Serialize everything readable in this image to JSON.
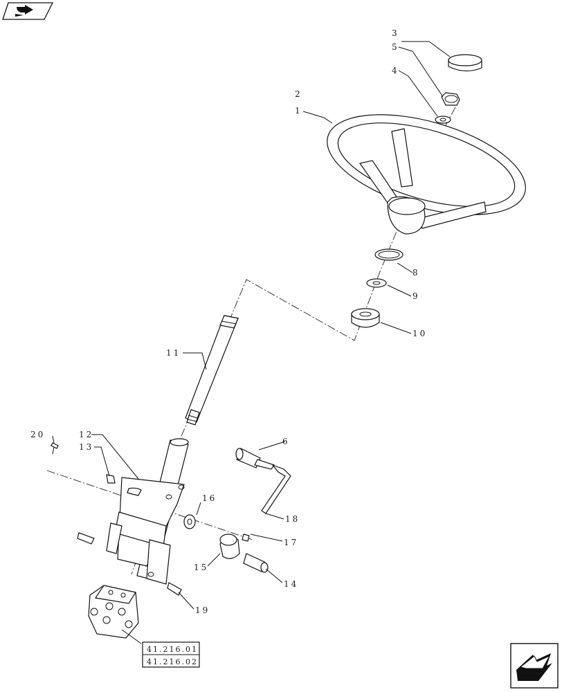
{
  "callouts": [
    {
      "id": "1",
      "label": "1"
    },
    {
      "id": "2",
      "label": "2"
    },
    {
      "id": "3",
      "label": "3"
    },
    {
      "id": "4",
      "label": "4"
    },
    {
      "id": "5",
      "label": "5"
    },
    {
      "id": "6",
      "label": "6"
    },
    {
      "id": "8",
      "label": "8"
    },
    {
      "id": "9",
      "label": "9"
    },
    {
      "id": "10",
      "label": "10"
    },
    {
      "id": "11",
      "label": "11"
    },
    {
      "id": "12",
      "label": "12"
    },
    {
      "id": "13",
      "label": "13"
    },
    {
      "id": "14",
      "label": "14"
    },
    {
      "id": "15",
      "label": "15"
    },
    {
      "id": "16",
      "label": "16"
    },
    {
      "id": "17",
      "label": "17"
    },
    {
      "id": "18",
      "label": "18"
    },
    {
      "id": "19",
      "label": "19"
    },
    {
      "id": "20",
      "label": "20"
    }
  ],
  "references": {
    "ref1": "41.216.01",
    "ref2": "41.216.02"
  },
  "icons": {
    "top_left": "book-arrow-icon",
    "bottom_right": "next-page-arrow-icon"
  }
}
